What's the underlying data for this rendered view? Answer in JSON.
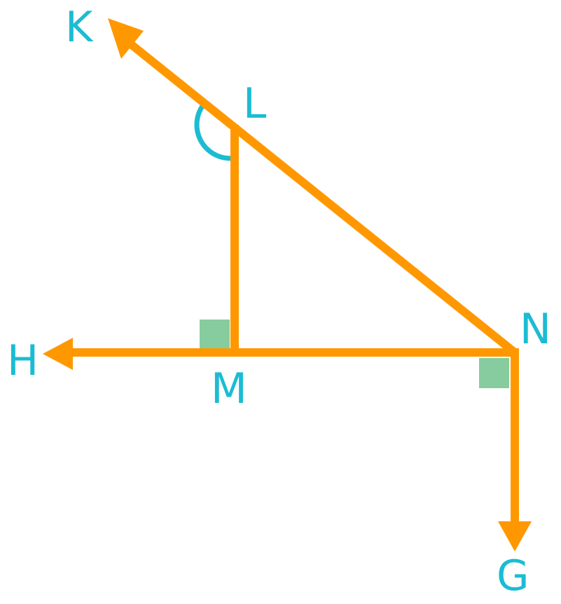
{
  "colors": {
    "line": "#FF9800",
    "label": "#1BBCD3",
    "right_angle_marker": "#86CC9E",
    "angle_arc": "#1BBCD3",
    "background": "#FFFFFF"
  },
  "points": {
    "K": "K",
    "L": "L",
    "M": "M",
    "N": "N",
    "H": "H",
    "G": "G"
  }
}
